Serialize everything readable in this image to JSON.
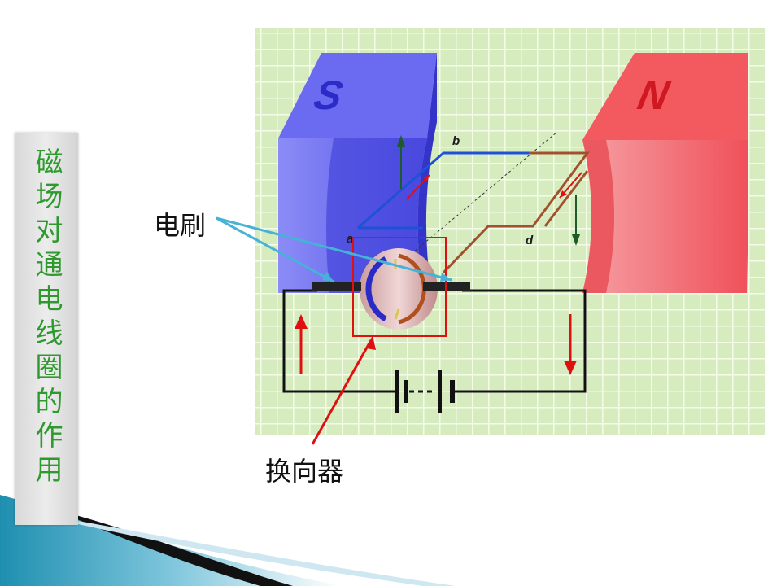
{
  "slide": {
    "side_title": "磁场对通电线圈的作用"
  },
  "diagram": {
    "south_pole_label": "S",
    "north_pole_label": "N",
    "point_a": "a",
    "point_b": "b",
    "point_d": "d",
    "label_brush": "电刷",
    "label_commutator": "换向器"
  },
  "colors": {
    "grid_background": "#d6ecbe",
    "south_magnet": "#6b6bf2",
    "north_magnet": "#f25a60",
    "coil_blue": "#1e50d8",
    "coil_brown": "#a0522d",
    "pointer_line": "#45b3d6",
    "current_arrow": "#e01010",
    "highlight_box": "#e01010",
    "title_text": "#2e9a2e"
  },
  "icons": [
    "force-up-arrow-icon",
    "force-down-arrow-icon",
    "current-arrow-icon",
    "battery-icon"
  ]
}
